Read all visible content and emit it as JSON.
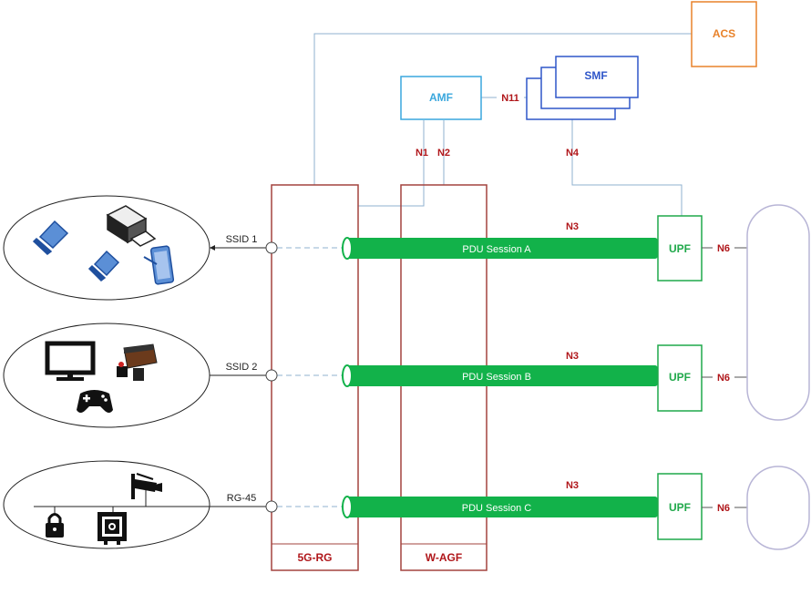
{
  "nodes": {
    "acs": "ACS",
    "amf": "AMF",
    "smf": "SMF",
    "rg": "5G-RG",
    "agf": "W-AGF"
  },
  "interfaces": {
    "n1": "N1",
    "n2": "N2",
    "n11": "N11",
    "n4": "N4",
    "n3_a": "N3",
    "n3_b": "N3",
    "n3_c": "N3",
    "n6_a": "N6",
    "n6_b": "N6",
    "n6_c": "N6"
  },
  "rows": [
    {
      "port": "SSID 1",
      "session": "PDU Session A",
      "upf": "UPF"
    },
    {
      "port": "SSID 2",
      "session": "PDU Session B",
      "upf": "UPF"
    },
    {
      "port": "RG-45",
      "session": "PDU Session C",
      "upf": "UPF"
    }
  ],
  "colors": {
    "acs": "#e8822a",
    "amf": "#3aa7dd",
    "smf": "#2f56c9",
    "upf": "#1fa84a",
    "pipe": "#12b24a",
    "box": "#a3433e",
    "interface_label": "#b0161a",
    "cloud": "#b8b5d6",
    "line": "#8fb0cf"
  }
}
